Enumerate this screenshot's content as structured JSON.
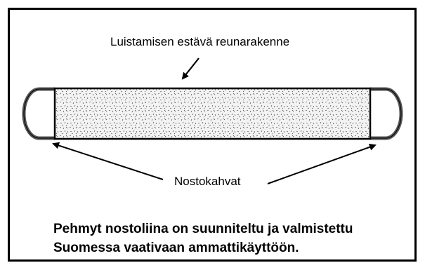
{
  "diagram": {
    "top_label": "Luistamisen estävä reunarakenne",
    "handles_label": "Nostokahvat"
  },
  "caption": {
    "line1": "Pehmyt nostoliina on suunniteltu ja valmistettu",
    "line2": "Suomessa vaativaan ammattikäyttöön."
  }
}
